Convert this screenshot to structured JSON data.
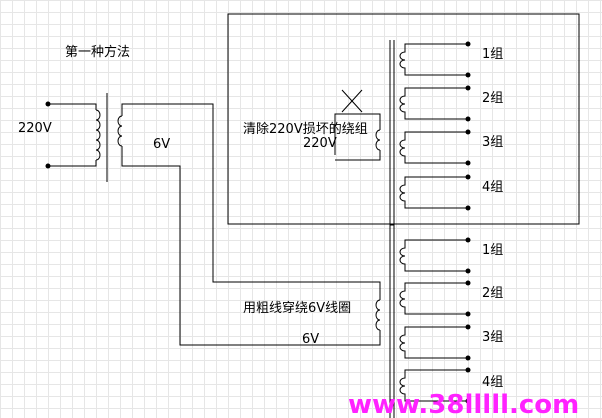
{
  "title": "第一种方法",
  "primary_voltage_label": "220V",
  "secondary_voltage_label": "6V",
  "remove_label": "清除220V损坏的绕组",
  "removed_coil_voltage": "220V",
  "rewind_label": "用粗线穿绕6V线圈",
  "rewind_voltage": "6V",
  "top_groups": [
    "1组",
    "2组",
    "3组",
    "4组"
  ],
  "bottom_groups": [
    "1组",
    "2组",
    "3组",
    "4组"
  ],
  "watermark": "www.38lllll.com",
  "colors": {
    "watermark": "#ff22ff",
    "grid": "#e6e6e6",
    "line": "#000000"
  }
}
